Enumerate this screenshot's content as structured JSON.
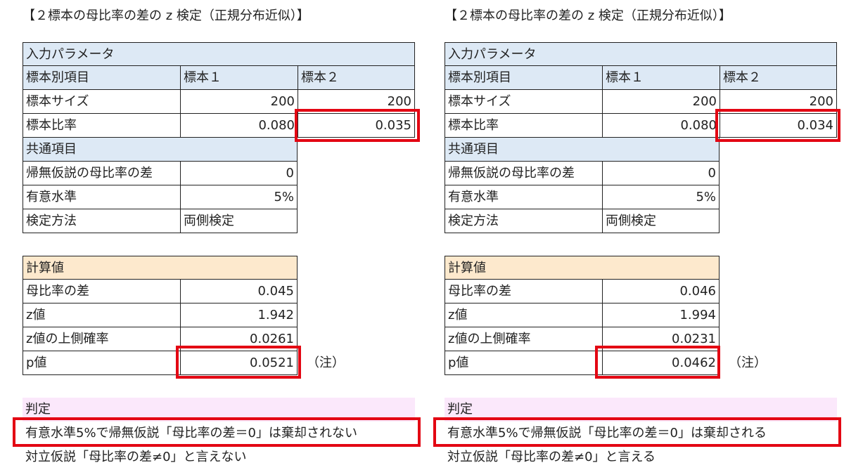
{
  "panels": [
    {
      "title": "【２標本の母比率の差の z 検定（正規分布近似）】",
      "input": {
        "header": "入力パラメータ",
        "col_label": "標本別項目",
        "col_s1": "標本１",
        "col_s2": "標本２",
        "size_label": "標本サイズ",
        "size_s1": "200",
        "size_s2": "200",
        "ratio_label": "標本比率",
        "ratio_s1": "0.080",
        "ratio_s2": "0.035",
        "common_header": "共通項目",
        "null_diff_label": "帰無仮説の母比率の差",
        "null_diff_value": "0",
        "alpha_label": "有意水準",
        "alpha_value": "5%",
        "method_label": "検定方法",
        "method_value": "両側検定"
      },
      "calc": {
        "header": "計算値",
        "diff_label": "母比率の差",
        "diff_value": "0.045",
        "z_label": "z値",
        "z_value": "1.942",
        "upper_label": "z値の上側確率",
        "upper_value": "0.0261",
        "p_label": "p値",
        "p_value": "0.0521",
        "note": "（注）"
      },
      "judge": {
        "header": "判定",
        "line1": "有意水準5%で帰無仮説「母比率の差＝0」は棄却されない",
        "line2": "対立仮説「母比率の差≠0」と言えない"
      }
    },
    {
      "title": "【２標本の母比率の差の z 検定（正規分布近似）】",
      "input": {
        "header": "入力パラメータ",
        "col_label": "標本別項目",
        "col_s1": "標本１",
        "col_s2": "標本２",
        "size_label": "標本サイズ",
        "size_s1": "200",
        "size_s2": "200",
        "ratio_label": "標本比率",
        "ratio_s1": "0.080",
        "ratio_s2": "0.034",
        "common_header": "共通項目",
        "null_diff_label": "帰無仮説の母比率の差",
        "null_diff_value": "0",
        "alpha_label": "有意水準",
        "alpha_value": "5%",
        "method_label": "検定方法",
        "method_value": "両側検定"
      },
      "calc": {
        "header": "計算値",
        "diff_label": "母比率の差",
        "diff_value": "0.046",
        "z_label": "z値",
        "z_value": "1.994",
        "upper_label": "z値の上側確率",
        "upper_value": "0.0231",
        "p_label": "p値",
        "p_value": "0.0462",
        "note": "（注）"
      },
      "judge": {
        "header": "判定",
        "line1": "有意水準5%で帰無仮説「母比率の差＝0」は棄却される",
        "line2": "対立仮説「母比率の差≠0」と言える"
      }
    }
  ],
  "colors": {
    "input_header_bg": "#dde9f5",
    "calc_header_bg": "#fde9cd",
    "judge_header_bg": "#fbe8fb",
    "highlight_border": "#e30613"
  }
}
